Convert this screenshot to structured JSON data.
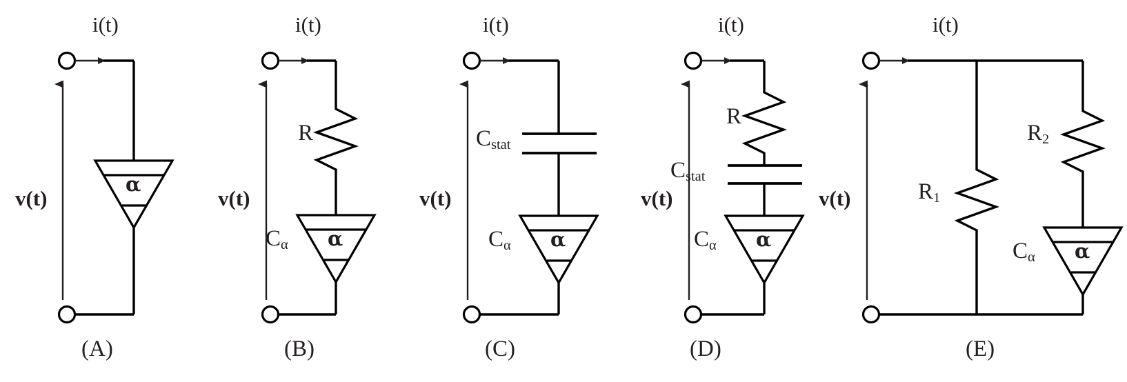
{
  "figure": {
    "type": "circuit-diagram-set",
    "description": "Five equivalent-circuit models containing fractional-order (constant phase) elements",
    "line_color": "#000000",
    "text_color": "#231f20",
    "background": "#ffffff"
  },
  "common_labels": {
    "current": "i(t)",
    "voltage": "v(t)",
    "alpha_symbol": "α"
  },
  "circuits": [
    {
      "id": "A",
      "caption": "(A)",
      "current_label": "i(t)",
      "voltage_label": "v(t)",
      "components": [
        {
          "name": "fractional-element",
          "symbol": "α",
          "label": ""
        }
      ]
    },
    {
      "id": "B",
      "caption": "(B)",
      "current_label": "i(t)",
      "voltage_label": "v(t)",
      "components": [
        {
          "name": "resistor",
          "label": "R"
        },
        {
          "name": "fractional-element",
          "symbol": "α",
          "label": "C",
          "sub": "α"
        }
      ]
    },
    {
      "id": "C",
      "caption": "(C)",
      "current_label": "i(t)",
      "voltage_label": "v(t)",
      "components": [
        {
          "name": "capacitor",
          "label": "C",
          "sub": "stat"
        },
        {
          "name": "fractional-element",
          "symbol": "α",
          "label": "C",
          "sub": "α"
        }
      ]
    },
    {
      "id": "D",
      "caption": "(D)",
      "current_label": "i(t)",
      "voltage_label": "v(t)",
      "components": [
        {
          "name": "resistor",
          "label": "R"
        },
        {
          "name": "capacitor",
          "label": "C",
          "sub": "stat"
        },
        {
          "name": "fractional-element",
          "symbol": "α",
          "label": "C",
          "sub": "α"
        }
      ]
    },
    {
      "id": "E",
      "caption": "(E)",
      "current_label": "i(t)",
      "voltage_label": "v(t)",
      "components": [
        {
          "name": "resistor",
          "label": "R",
          "sub": "1"
        },
        {
          "name": "resistor",
          "label": "R",
          "sub": "2"
        },
        {
          "name": "fractional-element",
          "symbol": "α",
          "label": "C",
          "sub": "α"
        }
      ]
    }
  ],
  "labels": {
    "a": {
      "it": "i(t)",
      "vt": "v(t)",
      "alpha": "α",
      "caption": "(A)"
    },
    "b": {
      "it": "i(t)",
      "vt": "v(t)",
      "r": "R",
      "calpha_main": "C",
      "calpha_sub": "α",
      "alpha": "α",
      "caption": "(B)"
    },
    "c": {
      "it": "i(t)",
      "vt": "v(t)",
      "cstat_main": "C",
      "cstat_sub": "stat",
      "calpha_main": "C",
      "calpha_sub": "α",
      "alpha": "α",
      "caption": "(C)"
    },
    "d": {
      "it": "i(t)",
      "vt": "v(t)",
      "r": "R",
      "cstat_main": "C",
      "cstat_sub": "stat",
      "calpha_main": "C",
      "calpha_sub": "α",
      "alpha": "α",
      "caption": "(D)"
    },
    "e": {
      "it": "i(t)",
      "vt": "v(t)",
      "r1_main": "R",
      "r1_sub": "1",
      "r2_main": "R",
      "r2_sub": "2",
      "calpha_main": "C",
      "calpha_sub": "α",
      "alpha": "α",
      "caption": "(E)"
    }
  }
}
